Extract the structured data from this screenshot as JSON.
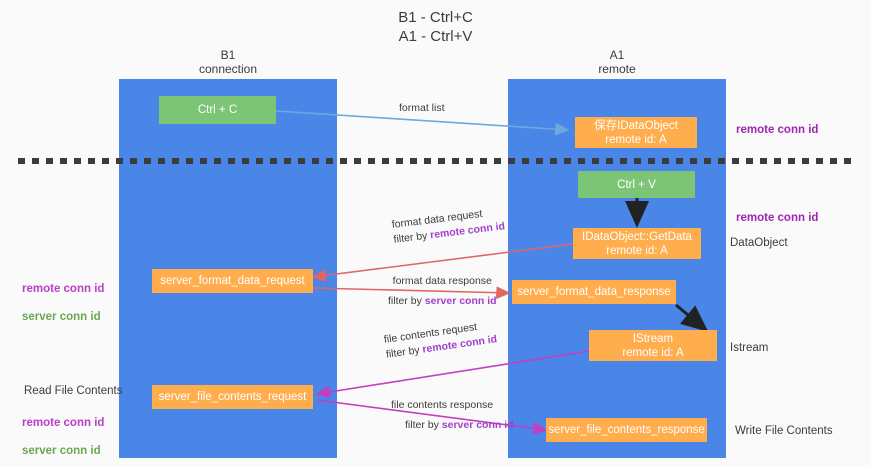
{
  "title": "B1 - Ctrl+C\nA1 - Ctrl+V",
  "columns": [
    {
      "name": "b1",
      "header": "B1\nconnection"
    },
    {
      "name": "a1",
      "header": "A1\nremote"
    }
  ],
  "nodes": {
    "ctrl_c": "Ctrl + C",
    "save_idataobject": "保存IDataObject\nremote id: A",
    "ctrl_v": "Ctrl + V",
    "getdata": "IDataObject::GetData\nremote id: A",
    "server_format_data_request": "server_format_data_request",
    "server_format_data_response": "server_format_data_response",
    "istream": "IStream\nremote id: A",
    "server_file_contents_request": "server_file_contents_request",
    "server_file_contents_response": "server_file_contents_response"
  },
  "right_labels": {
    "remote_conn_id_top": "remote conn id",
    "remote_conn_id_mid": "remote conn id",
    "dataobject": "DataObject",
    "istream": "Istream",
    "write_file_contents": "Write File Contents"
  },
  "left_labels": {
    "conn_ids_mid": {
      "remote": "remote conn id",
      "server": "server conn id"
    },
    "read_file_contents": "Read File Contents",
    "conn_ids_bottom": {
      "remote": "remote conn id",
      "server": "server conn id"
    }
  },
  "edges": [
    {
      "name": "format-list",
      "line1": "format list",
      "line2": "",
      "filter": ""
    },
    {
      "name": "format-data-request",
      "line1": "format data request",
      "prefix": "filter by ",
      "filter": "remote conn id",
      "filter_color": "purple"
    },
    {
      "name": "format-data-response",
      "line1": "format data response",
      "prefix": "filter by ",
      "filter": "server conn id",
      "filter_color": "purple"
    },
    {
      "name": "file-contents-request",
      "line1": "file contents request",
      "prefix": "filter by ",
      "filter": "remote conn id",
      "filter_color": "purple"
    },
    {
      "name": "file-contents-response",
      "line1": "file contents response",
      "prefix": "filter by ",
      "filter": "server conn id",
      "filter_color": "purple"
    }
  ],
  "colors": {
    "column_blue": "#4a86e8",
    "node_green": "#7cc576",
    "node_orange": "#ffad4d",
    "arrow_lightblue": "#6fa8dc",
    "arrow_red": "#e06666",
    "arrow_magenta": "#c23fc2",
    "arrow_black": "#222222",
    "divider": "#3b3b3b"
  }
}
